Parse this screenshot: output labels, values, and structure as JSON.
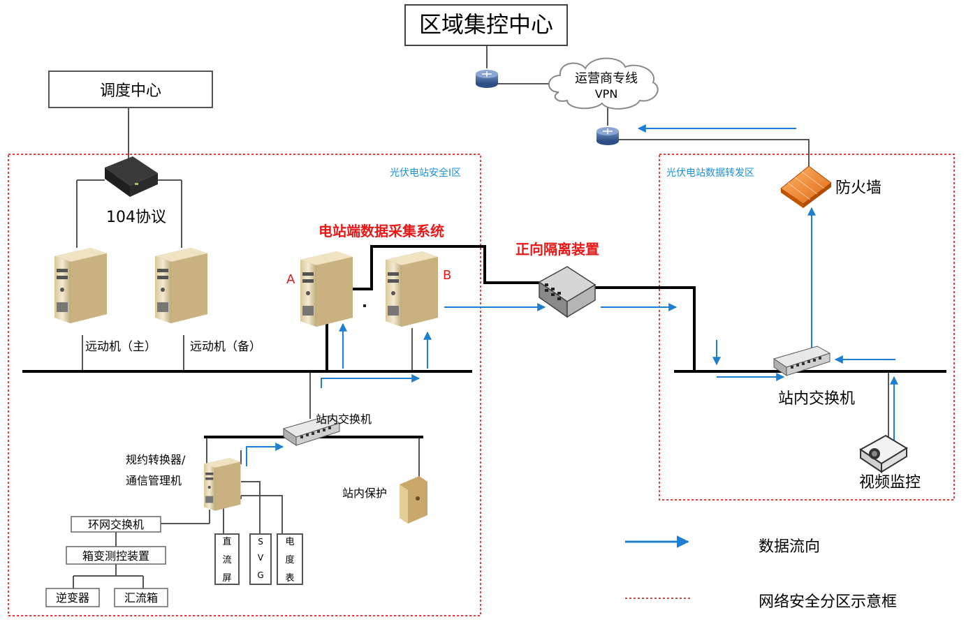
{
  "title": "区域集控中心",
  "dispatch_center": "调度中心",
  "protocol_label": "104协议",
  "cloud": {
    "line1": "运营商专线",
    "line2": "VPN"
  },
  "zones": {
    "zone1_label": "光伏电站安全I区",
    "zone2_label": "光伏电站数据转发区"
  },
  "servers": {
    "remote_main": "远动机（主）",
    "remote_backup": "远动机（备）",
    "collection_system": "电站端数据采集系统",
    "server_a": "A",
    "server_b": "B"
  },
  "isolation_device": "正向隔离装置",
  "firewall": "防火墙",
  "station_switch_left": "站内交换机",
  "station_switch_right": "站内交换机",
  "video_monitor": "视频监控",
  "converter": {
    "line1": "规约转换器/",
    "line2": "通信管理机"
  },
  "station_protection": "站内保护",
  "ring_switch": "环网交换机",
  "box_transformer": "箱变测控装置",
  "inverter": "逆变器",
  "combiner_box": "汇流箱",
  "vertical_boxes": [
    [
      "直",
      "流",
      "屏"
    ],
    [
      "S",
      "V",
      "G"
    ],
    [
      "电",
      "度",
      "表"
    ]
  ],
  "legend": {
    "data_flow": "数据流向",
    "security_zone": "网络安全分区示意框"
  },
  "colors": {
    "zone_border": "#e04040",
    "data_flow": "#1e7fd0",
    "label_blue": "#1e8fd6",
    "label_red": "#e81818"
  }
}
